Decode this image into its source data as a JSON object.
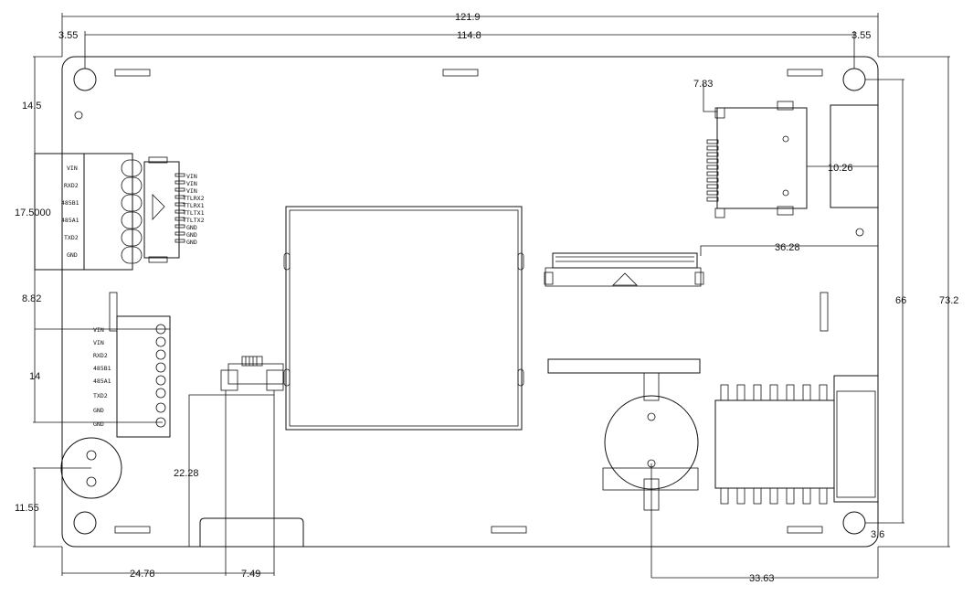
{
  "dimensions": {
    "overall_width": "121.9",
    "hole_pitch_x": "114.8",
    "left_hole_offset": "3.55",
    "right_hole_offset": "3.55",
    "sd_offset": "7.83",
    "left_top_offset": "14.5",
    "connector1_height": "17.5000",
    "gap_between": "8.82",
    "connector2_height": "14",
    "usb_height": "22.28",
    "buzzer_height": "11.55",
    "usb_left": "24.78",
    "usb_width": "7.49",
    "battery_x": "33.63",
    "fpc_x": "36.28",
    "sd_right": "10.26",
    "hole_pitch_y": "66",
    "overall_height": "73.2",
    "bottom_hole_offset": "3.6"
  },
  "connector1_labels": [
    "VIN",
    "RXD2",
    "485B1",
    "485A1",
    "TXD2",
    "GND"
  ],
  "connector1_pins": [
    "VIN",
    "VIN",
    "VIN",
    "TTLRX2",
    "TTLRX1",
    "TTLTX1",
    "TTLTX2",
    "GND",
    "GND",
    "GND"
  ],
  "connector2_labels": [
    "VIN",
    "VIN",
    "RXD2",
    "485B1",
    "485A1",
    "TXD2",
    "GND",
    "GND"
  ]
}
